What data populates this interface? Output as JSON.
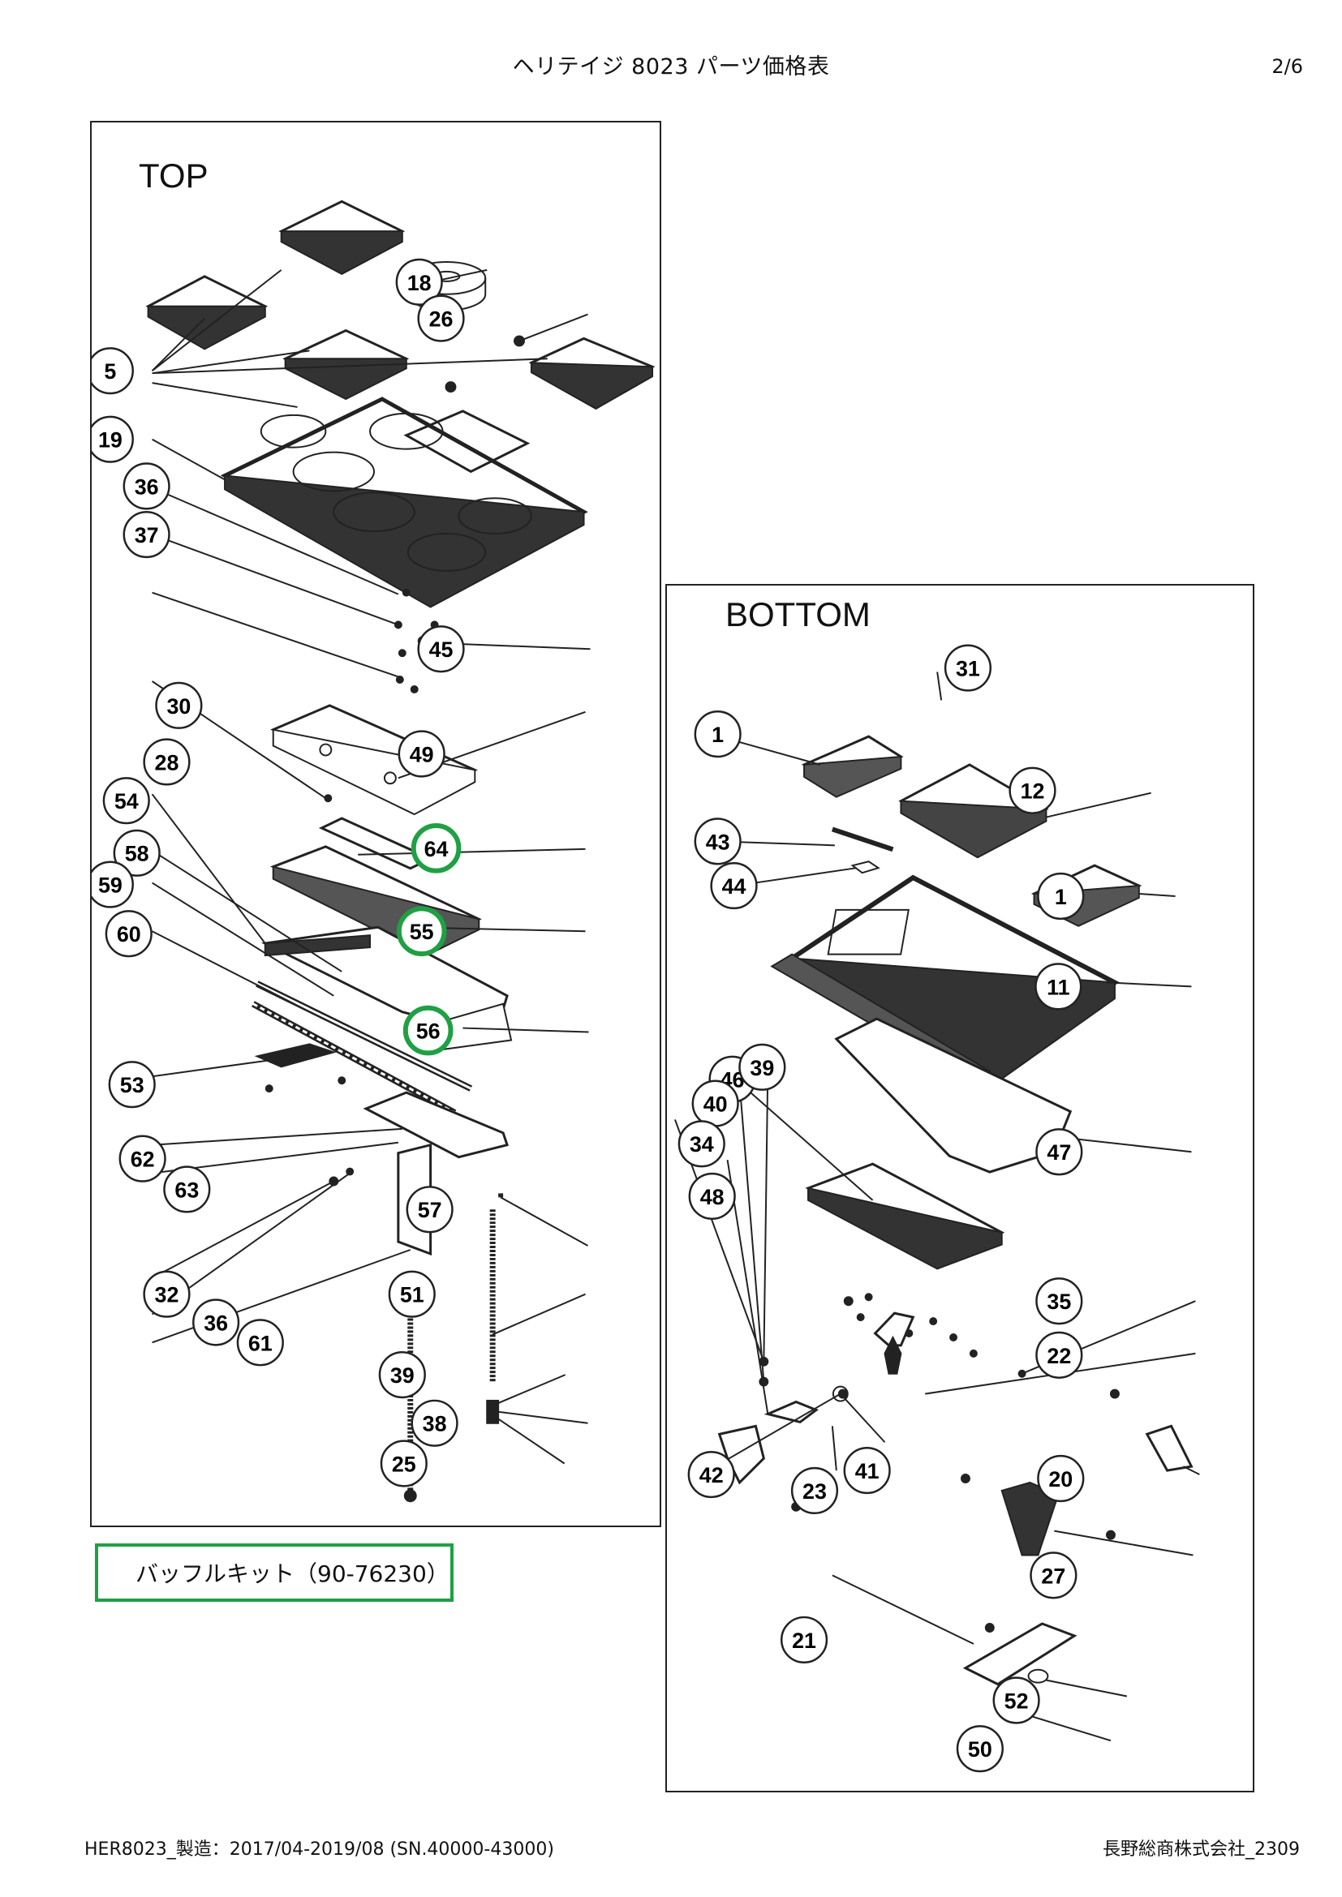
{
  "header": {
    "title": "ヘリテイジ 8023 パーツ価格表",
    "page": "2/6"
  },
  "top_panel": {
    "label": "TOP",
    "callouts": [
      "5",
      "18",
      "26",
      "19",
      "36",
      "37",
      "45",
      "30",
      "49",
      "28",
      "64",
      "54",
      "55",
      "58",
      "59",
      "60",
      "56",
      "53",
      "62",
      "63",
      "57",
      "32",
      "36",
      "61",
      "51",
      "39",
      "38",
      "25"
    ],
    "highlighted": [
      "64",
      "55",
      "56"
    ]
  },
  "bottom_panel": {
    "label": "BOTTOM",
    "callouts": [
      "31",
      "1",
      "12",
      "43",
      "44",
      "1",
      "11",
      "46",
      "47",
      "39",
      "40",
      "35",
      "34",
      "22",
      "48",
      "41",
      "42",
      "23",
      "20",
      "27",
      "21",
      "52",
      "50"
    ]
  },
  "kit": {
    "label": "バッフルキット（90-76230）"
  },
  "footer": {
    "left": "HER8023_製造：2017/04-2019/08 (SN.40000-43000)",
    "right": "長野総商株式会社_2309"
  },
  "colors": {
    "highlight": "#1fa044",
    "line": "#222222"
  }
}
